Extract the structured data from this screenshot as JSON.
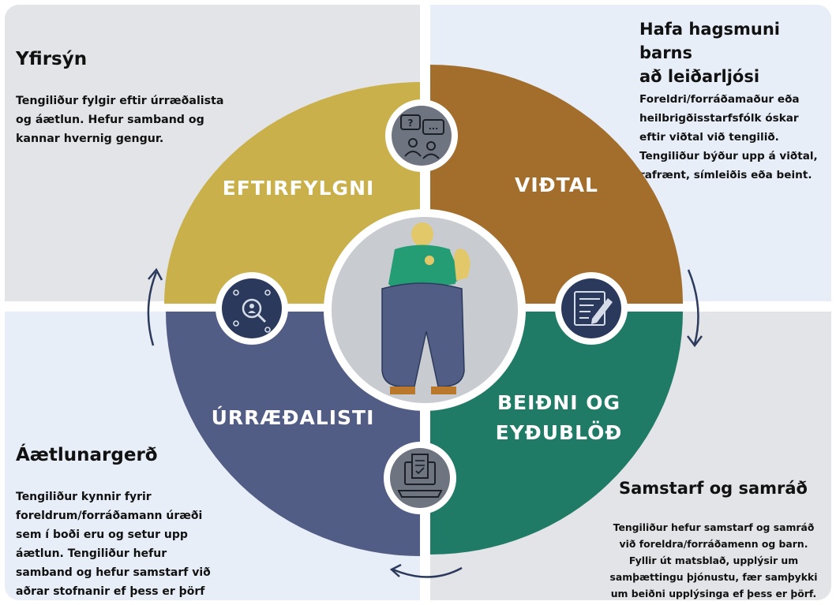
{
  "segments": {
    "top_left": {
      "label": "EFTIRFYLGNI",
      "color": "#c9b04a"
    },
    "top_right": {
      "label": "VIÐTAL",
      "color": "#a36d2c"
    },
    "bottom_right": {
      "label_line1": "BEIÐNI OG",
      "label_line2": "EYÐUBLÖÐ",
      "color": "#1f7a66"
    },
    "bottom_left": {
      "label": "ÚRRÆÐALISTI",
      "color": "#515d85"
    }
  },
  "panels": {
    "top_left": {
      "heading": "Yfirsýn",
      "lines": [
        "Tengiliður fylgir eftir úrræðalista",
        "og áætlun. Hefur samband og",
        "kannar hvernig gengur."
      ]
    },
    "top_right": {
      "heading_line1": "Hafa hagsmuni barns",
      "heading_line2": "að leiðarljósi",
      "lines": [
        "Foreldri/forráðamaður eða",
        "heilbrigðisstarfsfólk óskar",
        "eftir viðtal við tengilið.",
        "Tengiliður býður upp á viðtal,",
        "rafrænt, símleiðis eða beint."
      ]
    },
    "bottom_left": {
      "heading": "Áætlunargerð",
      "lines": [
        "Tengiliður kynnir fyrir",
        "foreldrum/forráðamann úræði",
        "sem í boði eru og setur upp",
        "áætlun. Tengiliður hefur",
        "samband og hefur samstarf við",
        "aðrar stofnanir ef þess er þörf"
      ]
    },
    "bottom_right": {
      "heading": "Samstarf og samráð",
      "lines": [
        "Tengiliður hefur samstarf og samráð",
        "við foreldra/forráðamenn og barn.",
        "Fyllir út matsblað,  upplýsir um",
        "samþættingu þjónustu, fær samþykki",
        "um beiðni upplýsinga ef þess er þörf."
      ]
    }
  },
  "icons": {
    "top": "interview-chat-icon",
    "right": "form-pen-icon",
    "bottom": "laptop-checklist-icon",
    "left": "network-search-icon",
    "center": "child-figure"
  },
  "colors": {
    "panel_gray": "#e2e4e7",
    "panel_blue": "#e7eef8",
    "circle_fill": "#c8ccd1",
    "icon_navy": "#2b3a5c",
    "arrow_navy": "#2b3a5c"
  }
}
